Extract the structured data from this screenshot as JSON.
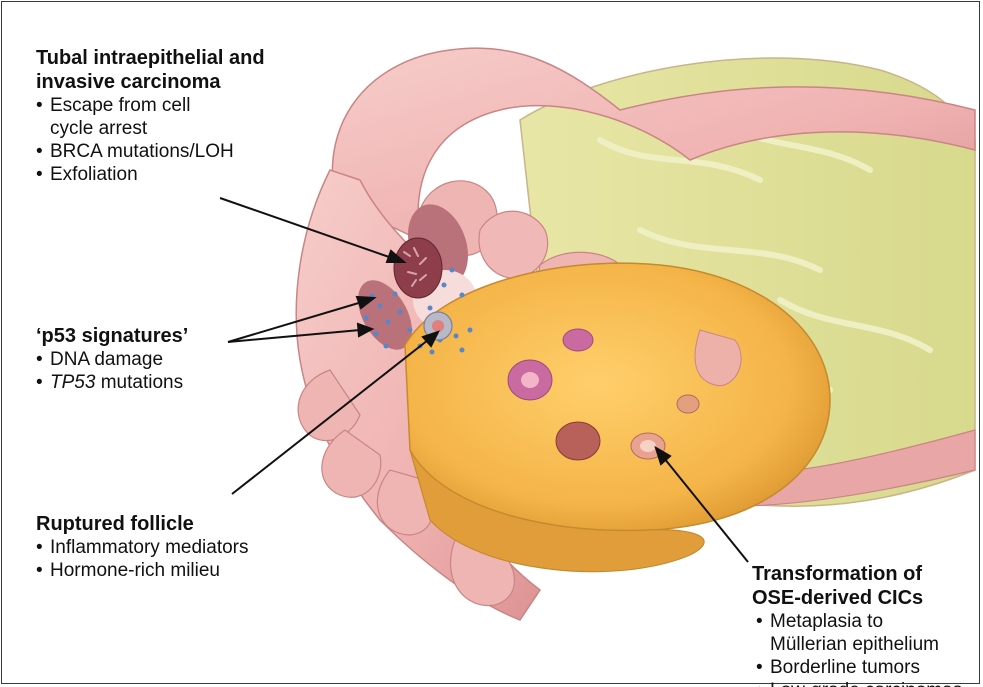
{
  "tubal": {
    "title": "Tubal intraepithelial and\n invasive carcinoma",
    "bullets": [
      "Escape from cell\ncycle arrest",
      "BRCA mutations/LOH",
      "Exfoliation"
    ]
  },
  "p53": {
    "title": "‘p53 signatures’",
    "bullets": [
      "DNA damage"
    ],
    "tp53_italic": "TP53",
    "tp53_rest": " mutations"
  },
  "follicle": {
    "title": "Ruptured follicle",
    "bullets": [
      "Inflammatory mediators",
      "Hormone-rich milieu"
    ]
  },
  "transformation": {
    "title": "Transformation of\nOSE-derived CICs",
    "bullets": [
      "Metaplasia to\nMüllerian epithelium",
      "Borderline tumors",
      "Low-grade carcinomas"
    ]
  },
  "colors": {
    "tube": "#efb6b4",
    "tube_shadow": "#d98e8f",
    "ovary": "#f4b448",
    "ovary_shadow": "#d7922c",
    "background_tissue": "#dfe19a",
    "follicle_pink": "#c96aa1",
    "arrow": "#111111"
  }
}
